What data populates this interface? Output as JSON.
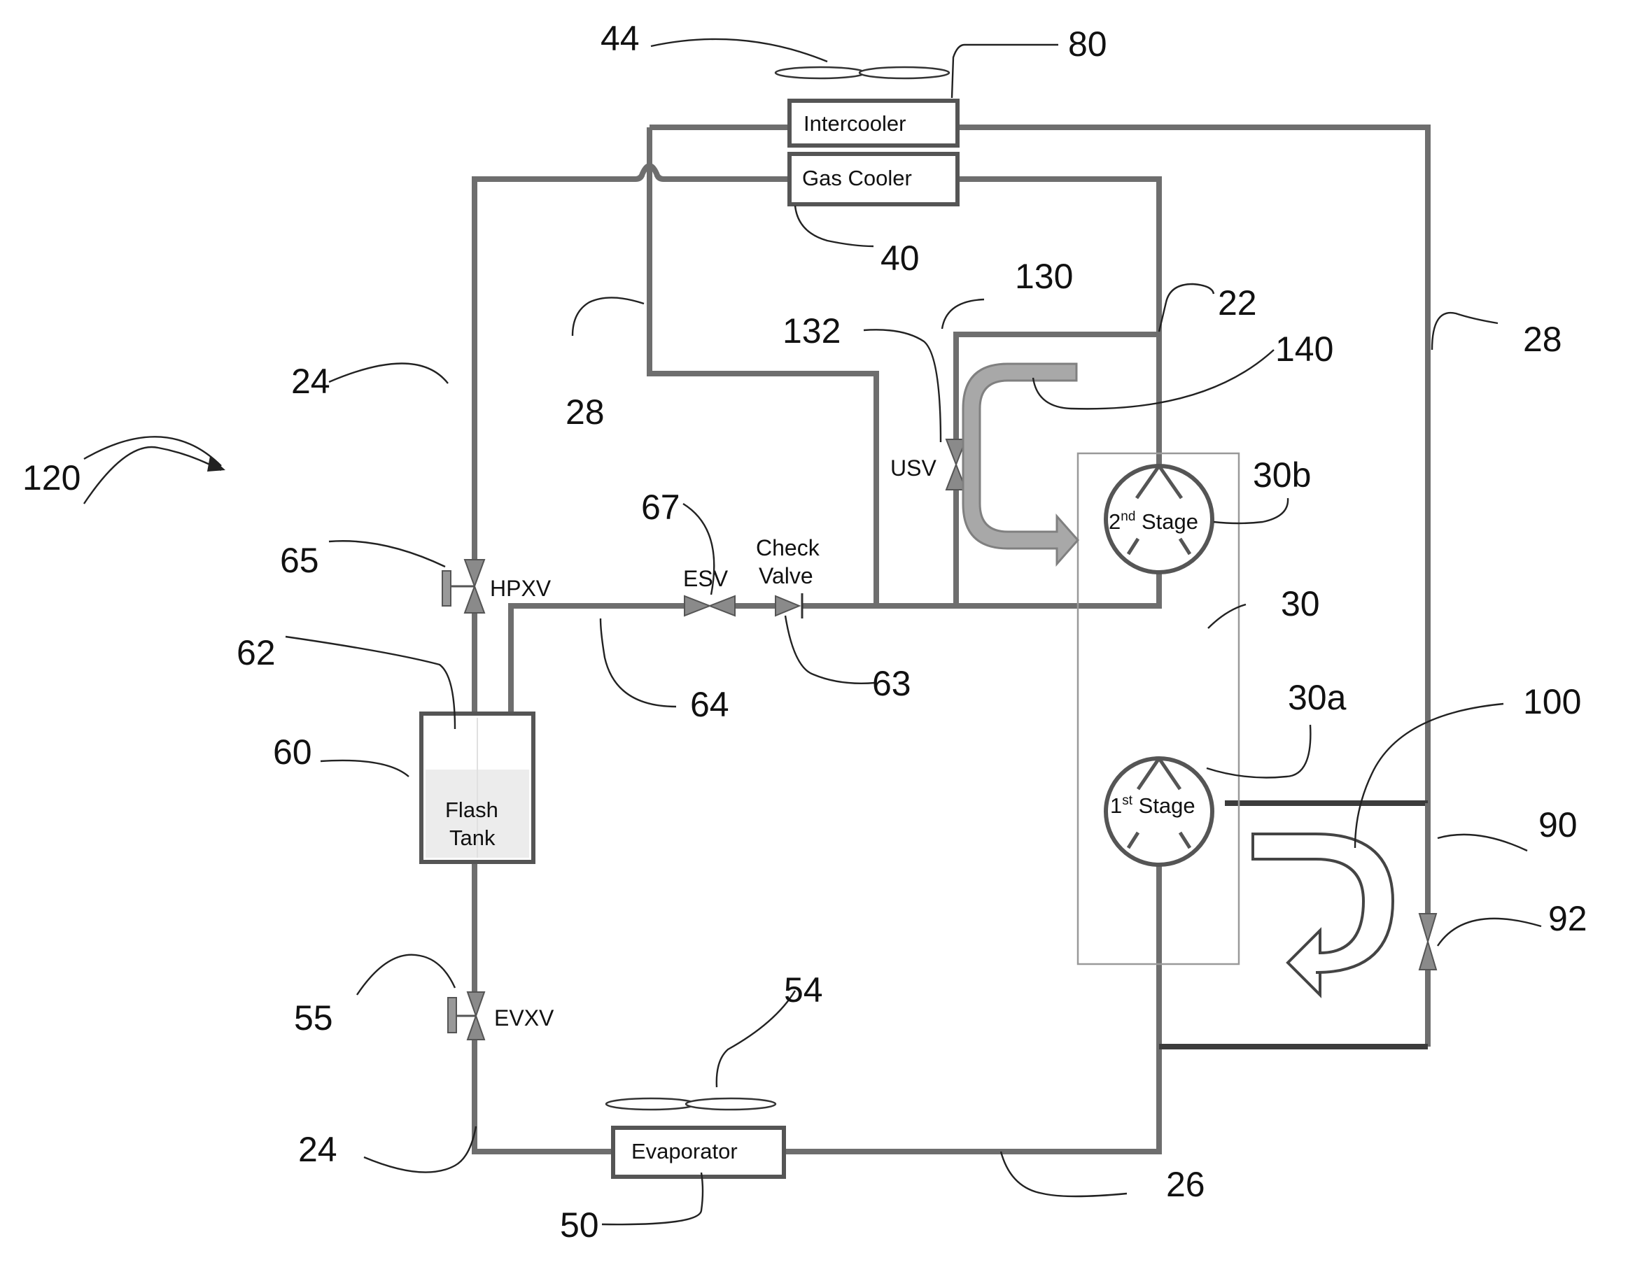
{
  "diagram": {
    "components": {
      "intercooler": "Intercooler",
      "gas_cooler": "Gas Cooler",
      "evaporator": "Evaporator",
      "flash_tank_line1": "Flash",
      "flash_tank_line2": "Tank",
      "stage2": "2nd Stage",
      "stage1": "1st Stage",
      "hpxv": "HPXV",
      "evxv": "EVXV",
      "esv": "ESV",
      "usv": "USV",
      "check_valve_line1": "Check",
      "check_valve_line2": "Valve"
    },
    "stage_superscripts": {
      "stage2_base": "2",
      "stage2_sup": "nd",
      "stage2_rest": " Stage",
      "stage1_base": "1",
      "stage1_sup": "st",
      "stage1_rest": " Stage"
    },
    "reference_numerals": {
      "n44": "44",
      "n80": "80",
      "n40": "40",
      "n130": "130",
      "n22": "22",
      "n28_right": "28",
      "n132": "132",
      "n140": "140",
      "n24_top": "24",
      "n28_left": "28",
      "n120": "120",
      "n30b": "30b",
      "n67": "67",
      "n65": "65",
      "n30": "30",
      "n62": "62",
      "n64": "64",
      "n63": "63",
      "n30a": "30a",
      "n100": "100",
      "n60": "60",
      "n90": "90",
      "n92": "92",
      "n55": "55",
      "n54": "54",
      "n24_bottom": "24",
      "n26": "26",
      "n50": "50"
    }
  }
}
